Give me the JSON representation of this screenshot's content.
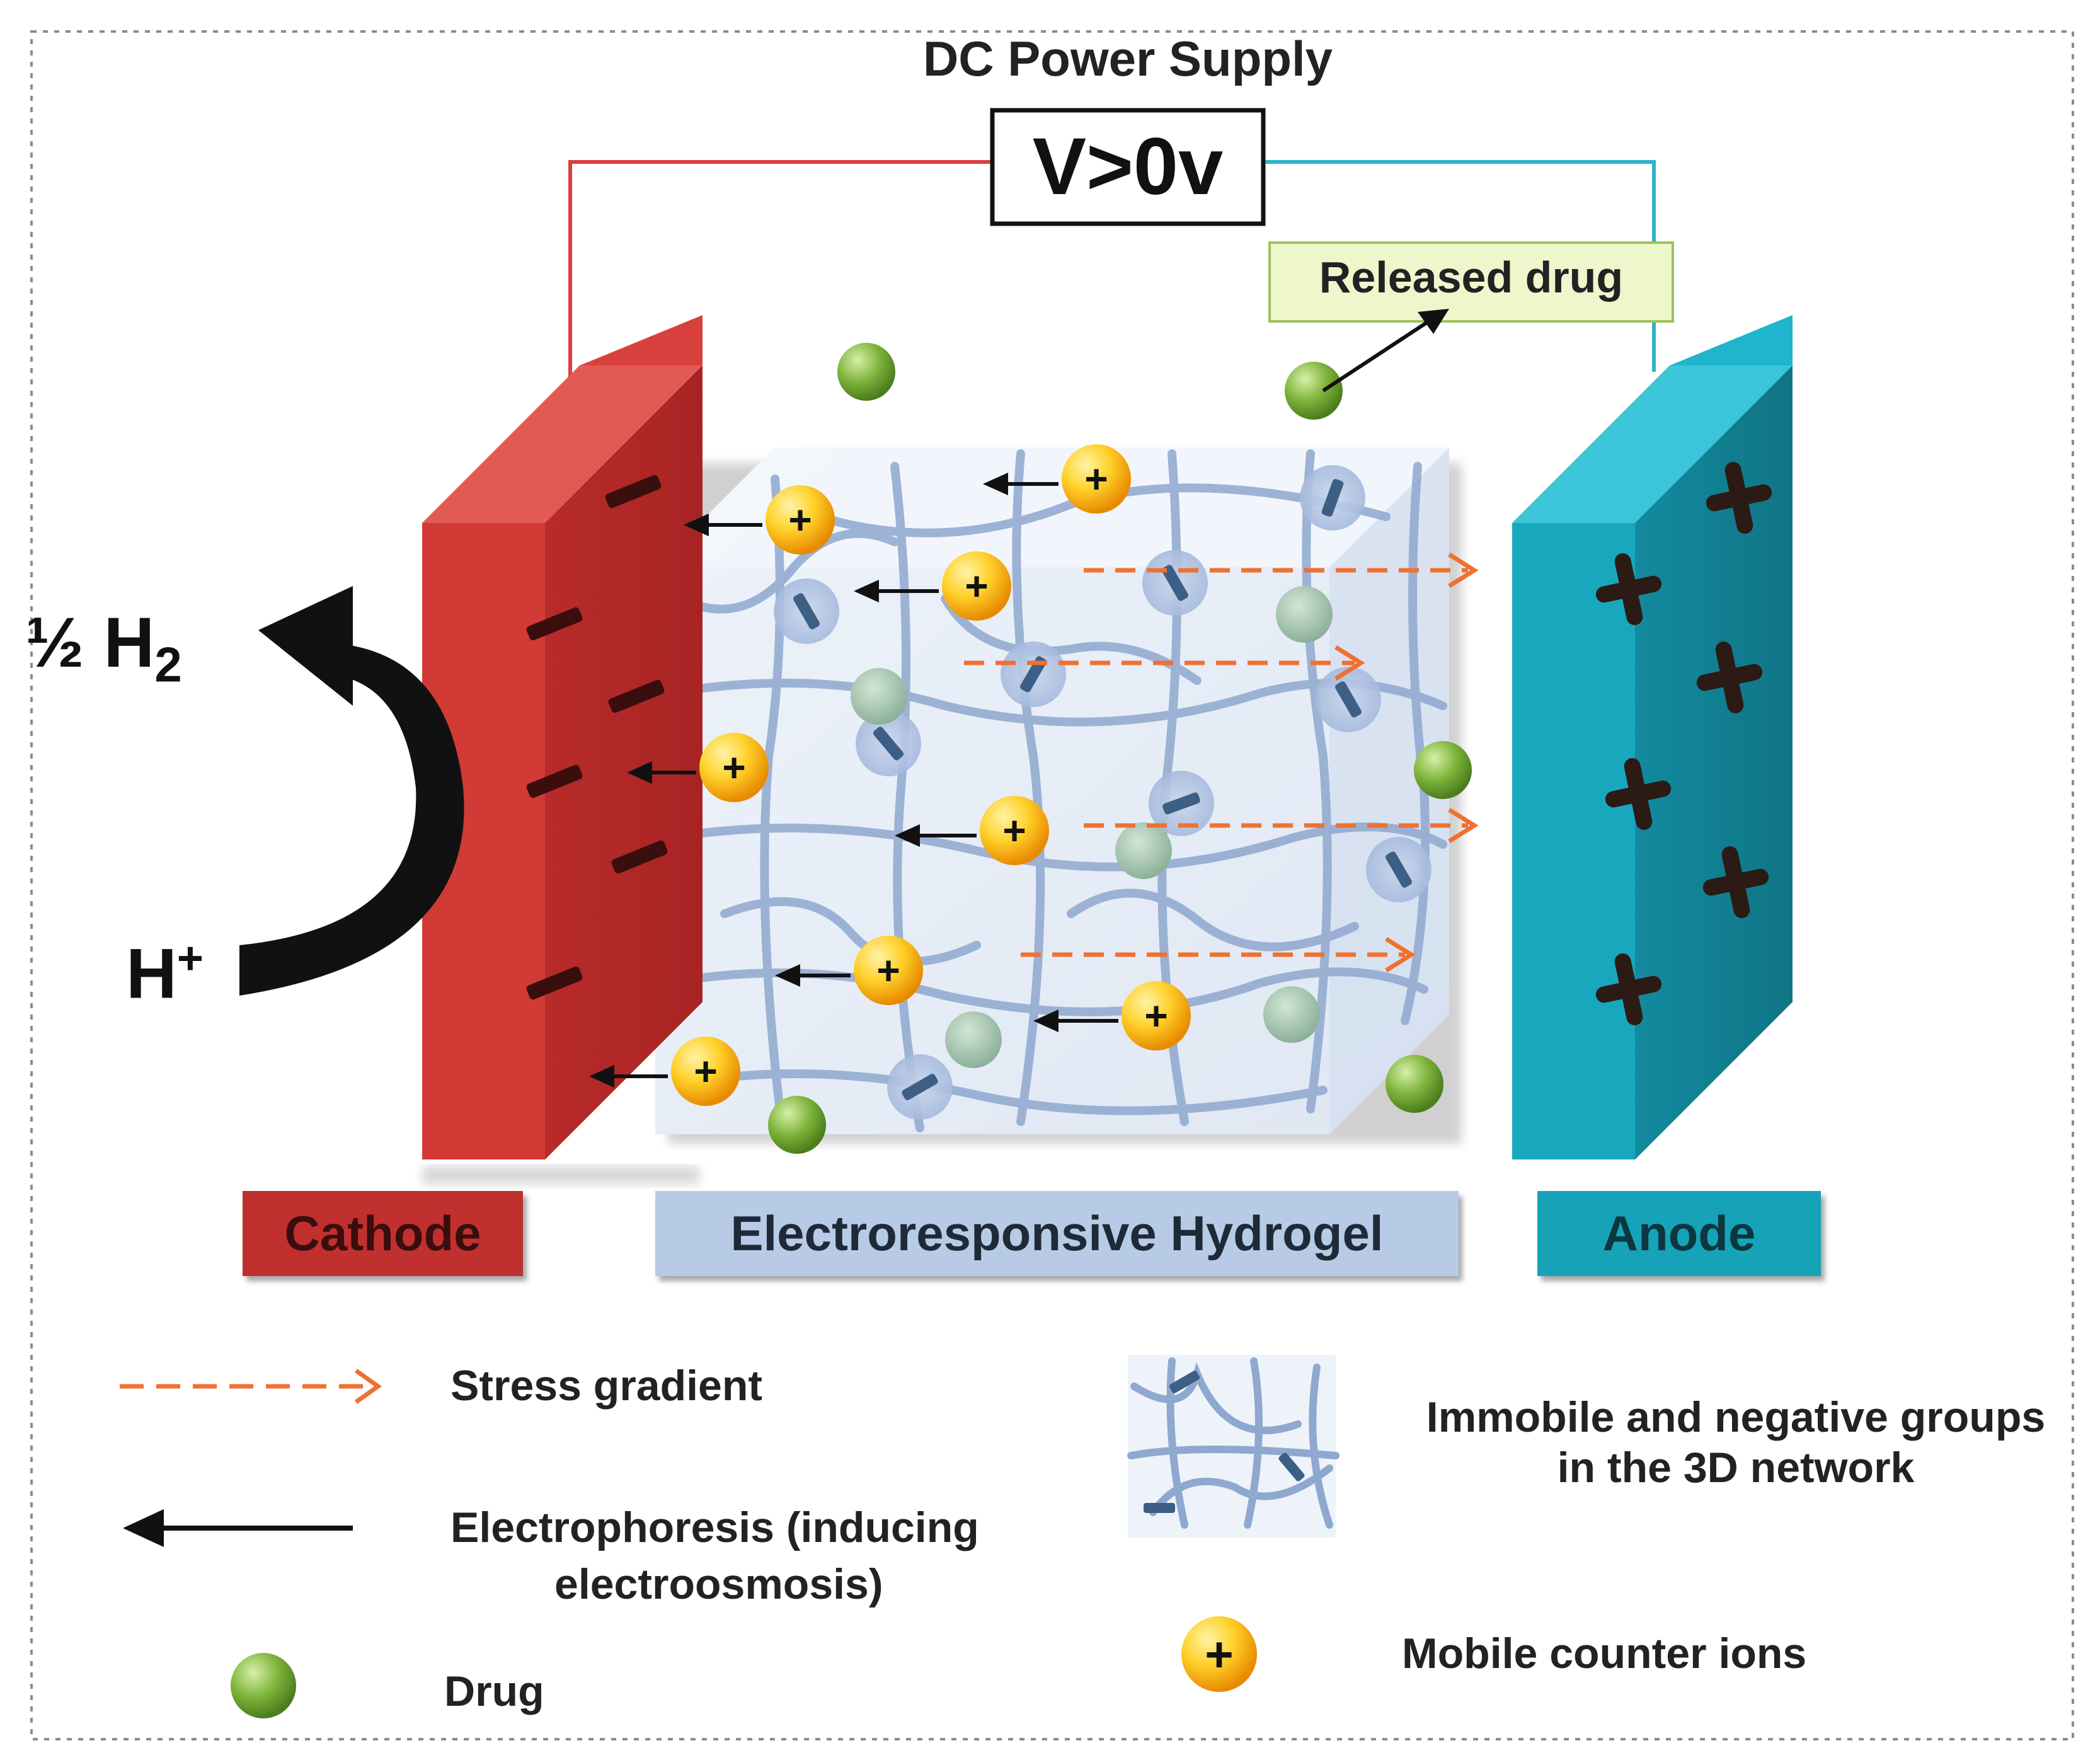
{
  "title": "DC Power Supply",
  "voltage": "V>0v",
  "released_drug": "Released drug",
  "half_h2_prefix": "½ H",
  "half_h2_sub": "2",
  "h_plus_base": "H",
  "h_plus_sup": "+",
  "electrode_labels": {
    "cathode": "Cathode",
    "hydrogel": "Electroresponsive Hydrogel",
    "anode": "Anode"
  },
  "legend": {
    "stress_gradient": "Stress gradient",
    "electrophoresis_line1": "Electrophoresis (inducing",
    "electrophoresis_line2": "electroosmosis)",
    "drug": "Drug",
    "immobile_line1": "Immobile and negative groups",
    "immobile_line2": "in the 3D network",
    "mobile_ions": "Mobile counter ions"
  },
  "ion_symbol": "+",
  "colors": {
    "cathode": "#c0302f",
    "anode": "#16a3b8",
    "hydrogel_label": "#b8cbe6",
    "released_drug_box": "#eef6cc",
    "stress_arrow": "#f07030",
    "drug": "#7db33a",
    "mobile_ion": "#f7b500",
    "network": "#8fa8cf"
  }
}
